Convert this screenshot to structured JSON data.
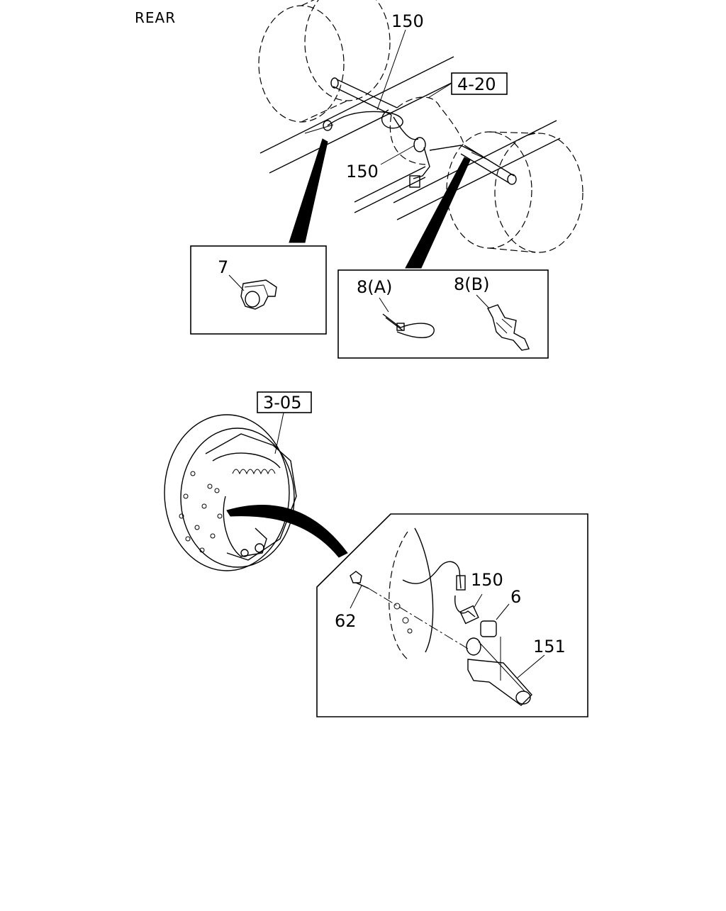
{
  "diagram": {
    "title": "REAR",
    "callouts": {
      "top_150": "150",
      "ref_4_20": "4-20",
      "left_150": "150",
      "part_7": "7",
      "part_8a": "8(A)",
      "part_8b": "8(B)",
      "ref_3_05": "3-05",
      "detail_150": "150",
      "part_6": "6",
      "part_151": "151",
      "part_62": "62"
    }
  }
}
